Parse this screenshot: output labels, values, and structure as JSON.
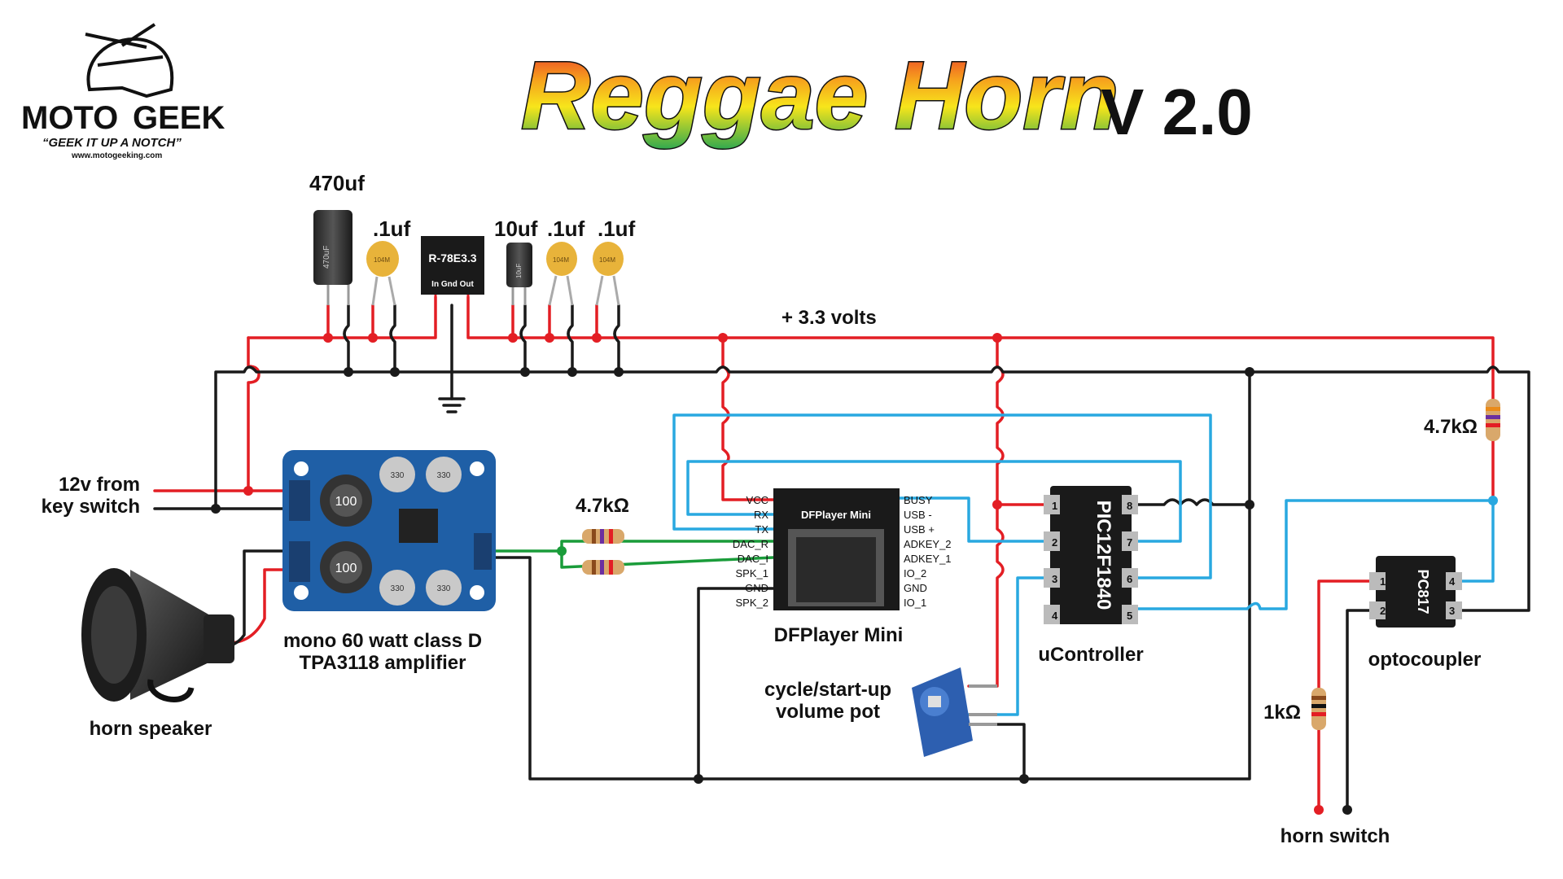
{
  "brand": {
    "name_part1": "MOTO",
    "name_part2": "GEEK",
    "tagline": "“GEEK IT UP A NOTCH”",
    "url": "www.motogeeking.com"
  },
  "title": {
    "main": "Reggae Horn",
    "version": "V 2.0"
  },
  "power": {
    "rail_label": "+ 3.3 volts",
    "regulator": {
      "name": "R-78E3.3",
      "pins": "In  Gnd  Out"
    },
    "caps": [
      {
        "label": "470uf",
        "body": "470uF"
      },
      {
        "label": ".1uf",
        "body": "104M"
      },
      {
        "label": "10uf",
        "body": "10uF"
      },
      {
        "label": ".1uf",
        "body": "104M"
      },
      {
        "label": ".1uf",
        "body": "104M"
      }
    ]
  },
  "input": {
    "line1": "12v from",
    "line2": "key switch"
  },
  "amplifier": {
    "line1": "mono 60 watt class D",
    "line2": "TPA3118 amplifier",
    "inductor": "100",
    "cap_value": "330"
  },
  "speaker": {
    "label": "horn speaker"
  },
  "resistors": {
    "r_amp": "4.7kΩ",
    "r_pull": "4.7kΩ",
    "r_opto": "1kΩ"
  },
  "dfplayer": {
    "label": "DFPlayer Mini",
    "board_text": "DFPlayer Mini",
    "left_pins": [
      "VCC",
      "RX",
      "TX",
      "DAC_R",
      "DAC_I",
      "SPK_1",
      "GND",
      "SPK_2"
    ],
    "right_pins": [
      "BUSY",
      "USB -",
      "USB +",
      "ADKEY_2",
      "ADKEY_1",
      "IO_2",
      "GND",
      "IO_1"
    ]
  },
  "mcu": {
    "label": "uController",
    "chip": "PIC12F1840",
    "left_pins": [
      "1",
      "2",
      "3",
      "4"
    ],
    "right_pins": [
      "8",
      "7",
      "6",
      "5"
    ]
  },
  "opto": {
    "label": "optocoupler",
    "chip": "PC817",
    "left_pins": [
      "1",
      "2"
    ],
    "right_pins": [
      "4",
      "3"
    ]
  },
  "pot": {
    "line1": "cycle/start-up",
    "line2": "volume pot"
  },
  "switch": {
    "label": "horn switch"
  },
  "colors": {
    "power_wire": "#e31e24",
    "ground_wire": "#1a1a1a",
    "signal_wire": "#29a8e0",
    "audio_wire": "#1a9c3a",
    "amp_board": "#1f5fa6",
    "pot_body": "#2d5fb0"
  }
}
